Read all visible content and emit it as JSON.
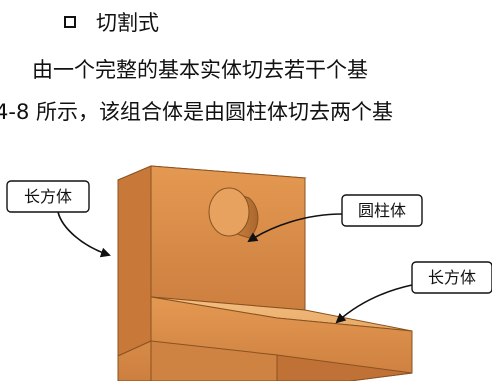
{
  "section": {
    "bullet_icon": "hollow-square-bullet",
    "heading": "切割式"
  },
  "paragraph": {
    "line1": "由一个完整的基本实体切去若干个基",
    "line2": "4-8 所示，该组合体是由圆柱体切去两个基"
  },
  "figure": {
    "colors": {
      "front_face": "#d98a45",
      "top_face": "#f0b673",
      "side_face": "#c77a3a",
      "edge": "#8a5220"
    },
    "callouts": {
      "upright_block": "长方体",
      "cylinder": "圆柱体",
      "base_block": "长方体"
    }
  }
}
